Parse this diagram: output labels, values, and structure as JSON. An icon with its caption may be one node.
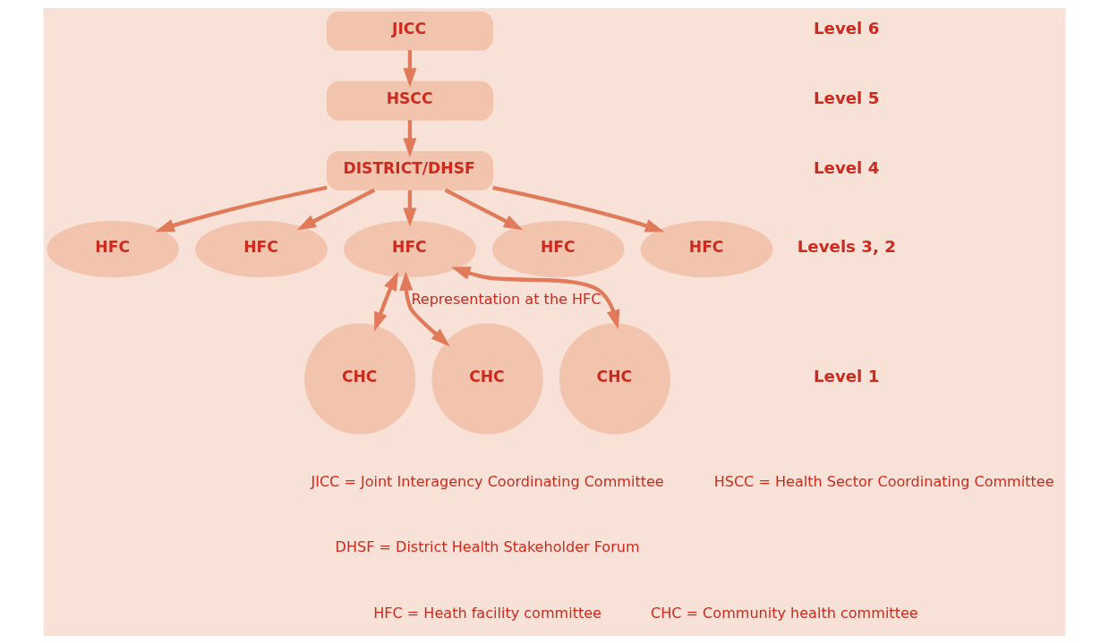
{
  "diagram": {
    "nodes": [
      {
        "text": [
          "JICC"
        ]
      },
      {
        "text": [
          "HSCC"
        ]
      },
      {
        "text": [
          "DISTRICT/DHSF"
        ]
      },
      {
        "text": [
          "HFC"
        ]
      },
      {
        "text": [
          "HFC"
        ]
      },
      {
        "text": [
          "HFC"
        ]
      },
      {
        "text": [
          "HFC"
        ]
      },
      {
        "text": [
          "HFC"
        ]
      },
      {
        "text": [
          "CHC"
        ]
      },
      {
        "text": [
          "CHC"
        ]
      },
      {
        "text": [
          "CHC"
        ]
      }
    ],
    "edges": [
      {
        "from": 0,
        "to": 1,
        "arrow": "to"
      },
      {
        "from": 1,
        "to": 2,
        "arrow": "to"
      },
      {
        "from": 2,
        "to": 3,
        "arrow": "to"
      },
      {
        "from": 2,
        "to": 4,
        "arrow": "to"
      },
      {
        "from": 2,
        "to": 5,
        "arrow": "to"
      },
      {
        "from": 2,
        "to": 6,
        "arrow": "to"
      },
      {
        "from": 2,
        "to": 7,
        "arrow": "to"
      },
      {
        "from": 5,
        "to": 8,
        "arrow": "both"
      },
      {
        "from": 5,
        "to": 9,
        "arrow": "both",
        "label": "Representation at the HFC"
      },
      {
        "from": 5,
        "to": 10,
        "arrow": "both"
      }
    ],
    "labels": [
      "Level 6",
      "Level 5",
      "Level 4",
      "Levels 3, 2",
      "Level 1",
      "JICC = Joint Interagency Coordinating Committee",
      "HSCC = Health Sector Coordinating Committee",
      "DHSF = District Health Stakeholder Forum",
      "HFC = Heath facility committee",
      "CHC = Community health committee"
    ]
  }
}
